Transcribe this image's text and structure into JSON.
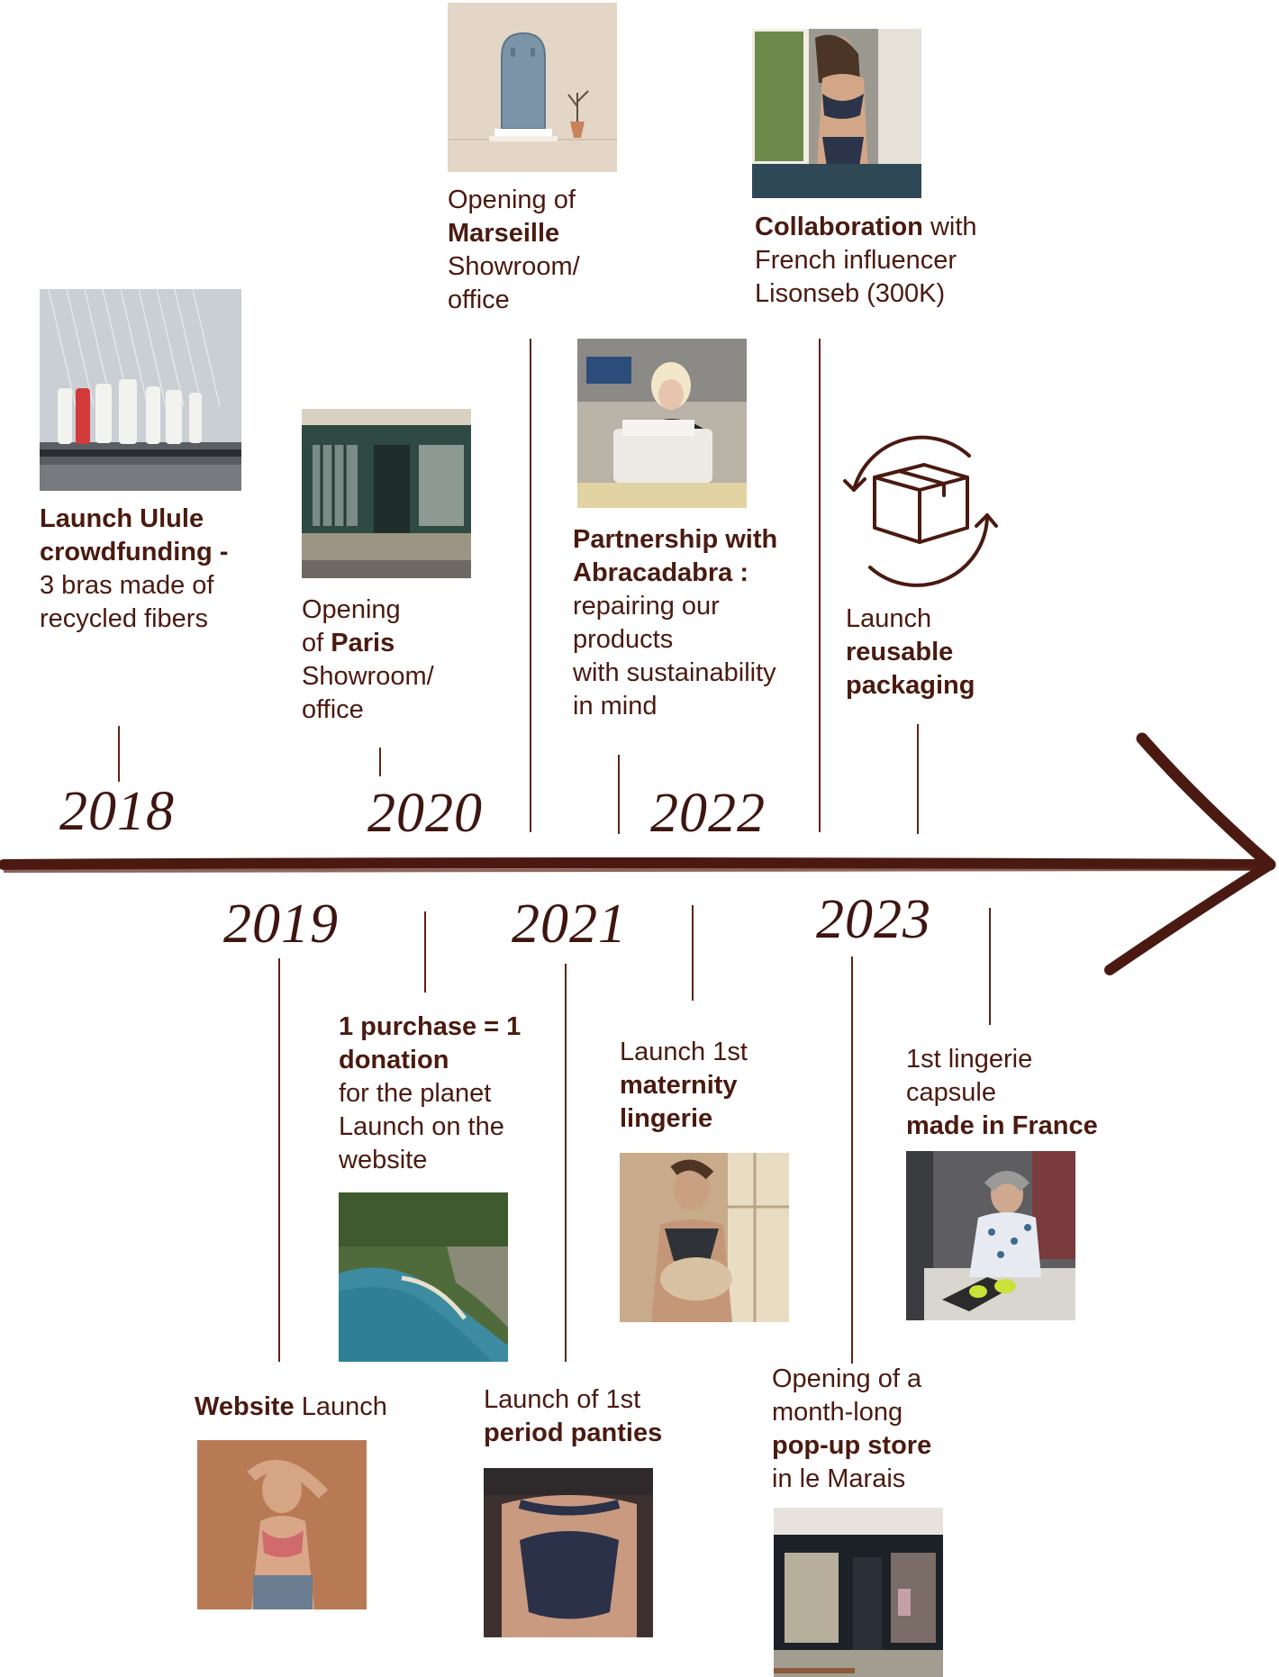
{
  "years": [
    "2018",
    "2019",
    "2020",
    "2021",
    "2022",
    "2023"
  ],
  "events": {
    "e2018": {
      "l1": "Launch Ulule",
      "l2": "crowdfunding -",
      "l3": "3 bras made of",
      "l4": "recycled fibers"
    },
    "e2019": {
      "bold": "Website",
      "rest": " Launch"
    },
    "paris": {
      "l1": "Opening",
      "l2a": "of ",
      "l2b": "Paris",
      "l3": "Showroom/",
      "l4": "office"
    },
    "donation": {
      "l1": "1 purchase = 1",
      "l2": "donation",
      "l3": "for the planet",
      "l4": "Launch on the",
      "l5": "website"
    },
    "marseille": {
      "l1": "Opening of",
      "l2": "Marseille",
      "l3": "Showroom/",
      "l4": "office"
    },
    "period": {
      "l1": "Launch of 1st",
      "l2": "period panties"
    },
    "abracadabra": {
      "l1": "Partnership with",
      "l2": "Abracadabra :",
      "l3": "repairing our",
      "l4": "products",
      "l5": "with sustainability",
      "l6": "in mind"
    },
    "maternity": {
      "l1": "Launch 1st",
      "l2": "maternity",
      "l3": "lingerie"
    },
    "collab": {
      "l1a": "Collaboration",
      "l1b": " with",
      "l2": "French influencer",
      "l3": "Lisonseb (300K)"
    },
    "popup": {
      "l1": "Opening of a",
      "l2": "month-long",
      "l3": "pop-up store",
      "l4": "in le Marais"
    },
    "packaging": {
      "l1": "Launch",
      "l2": "reusable",
      "l3": "packaging"
    },
    "france": {
      "l1": "1st lingerie",
      "l2": "capsule",
      "l3": "made in France"
    }
  },
  "colors": {
    "ink": "#4a1a10",
    "arrow": "#4a1a12"
  },
  "icons": [
    "reusable-packaging-icon",
    "timeline-arrow"
  ]
}
